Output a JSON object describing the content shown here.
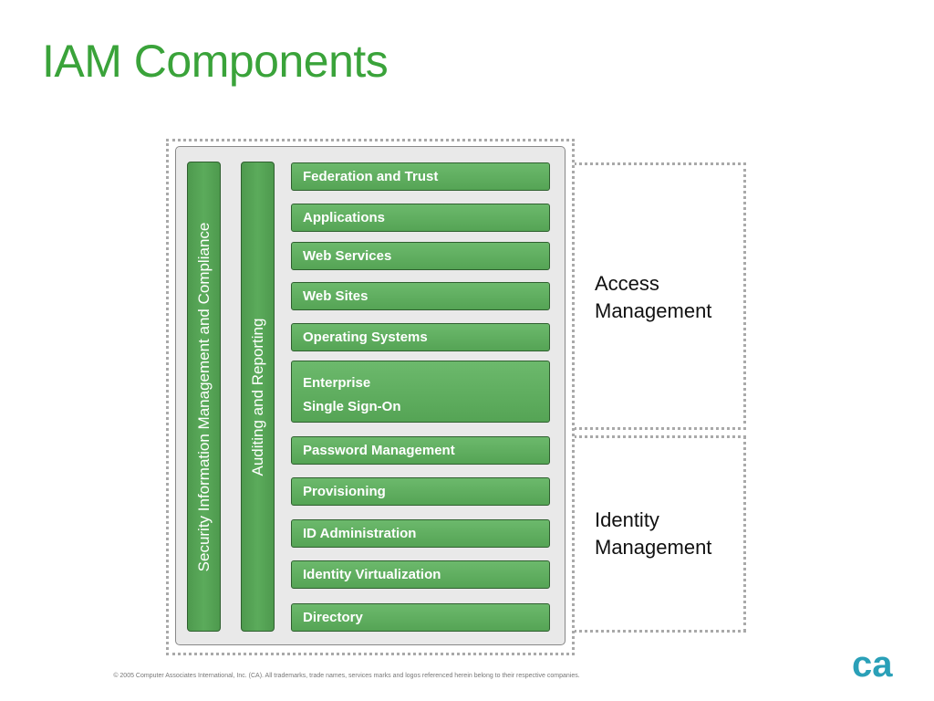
{
  "title": "IAM Components",
  "vertical_bars": {
    "security": "Security Information Management and Compliance",
    "auditing": "Auditing and Reporting"
  },
  "access_components": [
    "Federation and Trust",
    "Applications",
    "Web Services",
    "Web Sites",
    "Operating Systems"
  ],
  "sso_component": {
    "line1": "Enterprise",
    "line2": "Single Sign-On"
  },
  "identity_components": [
    "Password Management",
    "Provisioning",
    "ID Administration",
    "Identity Virtualization",
    "Directory"
  ],
  "labels": {
    "access": {
      "line1": "Access",
      "line2": "Management"
    },
    "identity": {
      "line1": "Identity",
      "line2": "Management"
    }
  },
  "footer": "© 2005 Computer Associates International, Inc. (CA). All trademarks, trade names, services marks and logos referenced herein belong to their respective companies.",
  "logo_text": "ca",
  "colors": {
    "title": "#3aa33a",
    "component": "#5bab5b",
    "logo": "#2aa0b8"
  }
}
